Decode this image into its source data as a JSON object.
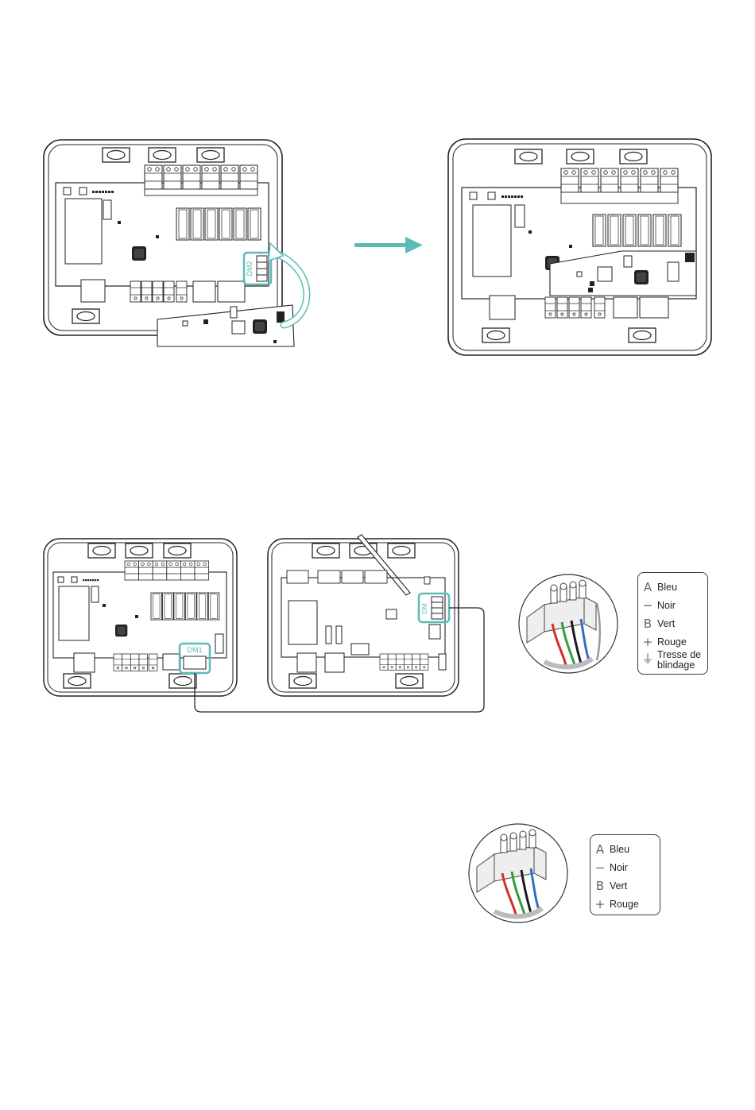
{
  "labels": {
    "dm2": "DM2",
    "dm1": "DM1",
    "dm": "DM"
  },
  "legend_full": [
    {
      "symbol": "A",
      "text": "Bleu"
    },
    {
      "symbol": "−",
      "text": "Noir"
    },
    {
      "symbol": "B",
      "text": "Vert"
    },
    {
      "symbol": "+",
      "text": "Rouge"
    },
    {
      "symbol": "⏚",
      "text": "Tresse de blindage"
    }
  ],
  "legend_short": [
    {
      "symbol": "A",
      "text": "Bleu"
    },
    {
      "symbol": "−",
      "text": "Noir"
    },
    {
      "symbol": "B",
      "text": "Vert"
    },
    {
      "symbol": "+",
      "text": "Rouge"
    }
  ],
  "colors": {
    "accent": "#5bbcb6",
    "line": "#222222",
    "wire_red": "#d62b2b",
    "wire_green": "#2e9e3a",
    "wire_black": "#1a1a1a",
    "wire_blue": "#2f6fc2"
  }
}
